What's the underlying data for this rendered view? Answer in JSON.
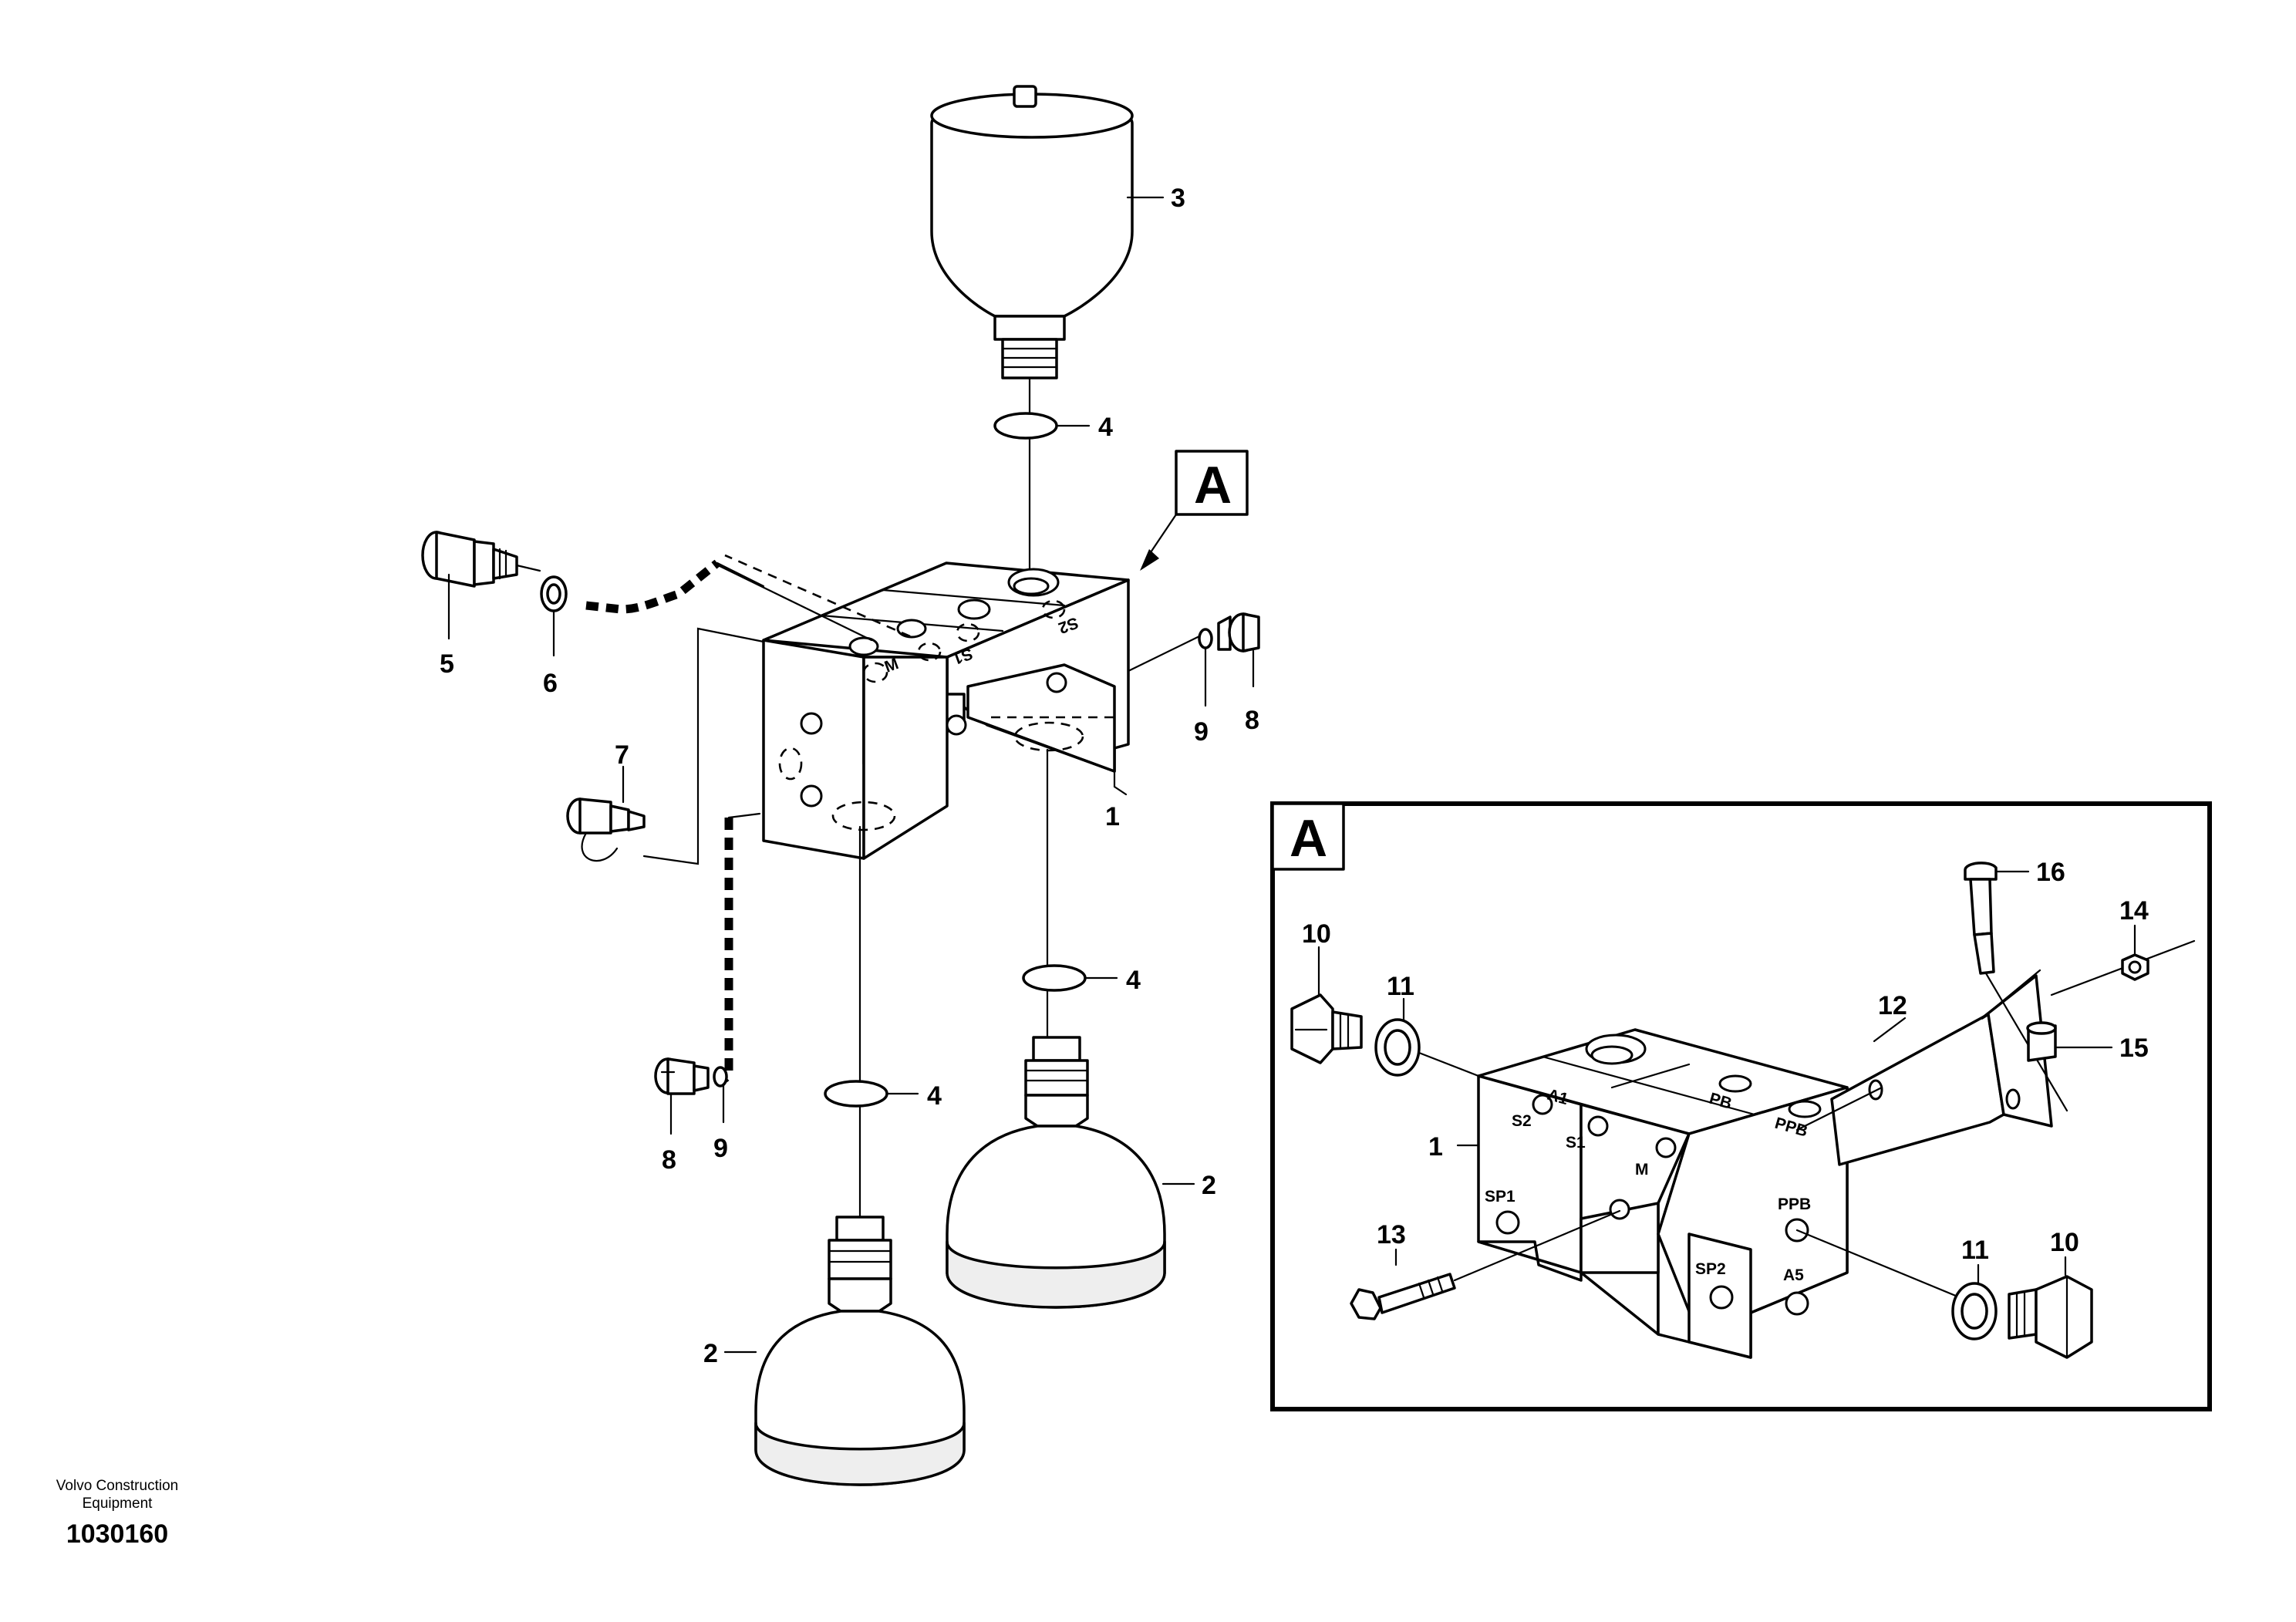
{
  "callouts": {
    "c1_main": "1",
    "c2_right": "2",
    "c2_left": "2",
    "c3": "3",
    "c4_top": "4",
    "c4_mid": "4",
    "c4_low": "4",
    "c5": "5",
    "c6": "6",
    "c7": "7",
    "c8_right": "8",
    "c8_left": "8",
    "c9_right": "9",
    "c9_left": "9",
    "c10_inset_left": "10",
    "c10_inset_right": "10",
    "c11_inset_left": "11",
    "c11_inset_right": "11",
    "c12": "12",
    "c13": "13",
    "c14": "14",
    "c15": "15",
    "c16": "16",
    "c1_inset": "1"
  },
  "view_marker": "A",
  "inset_marker": "A",
  "port_labels": {
    "m_main": "M",
    "s1_main": "S1",
    "s2_main": "S2",
    "a1": "A1",
    "s2": "S2",
    "s1": "S1",
    "pb": "PB",
    "ppb_top": "PPB",
    "m": "M",
    "sp1": "SP1",
    "ppb_face": "PPB",
    "sp2": "SP2",
    "a5": "A5"
  },
  "footer": {
    "company_line1": "Volvo Construction",
    "company_line2": "Equipment",
    "drawing_number": "1030160"
  }
}
